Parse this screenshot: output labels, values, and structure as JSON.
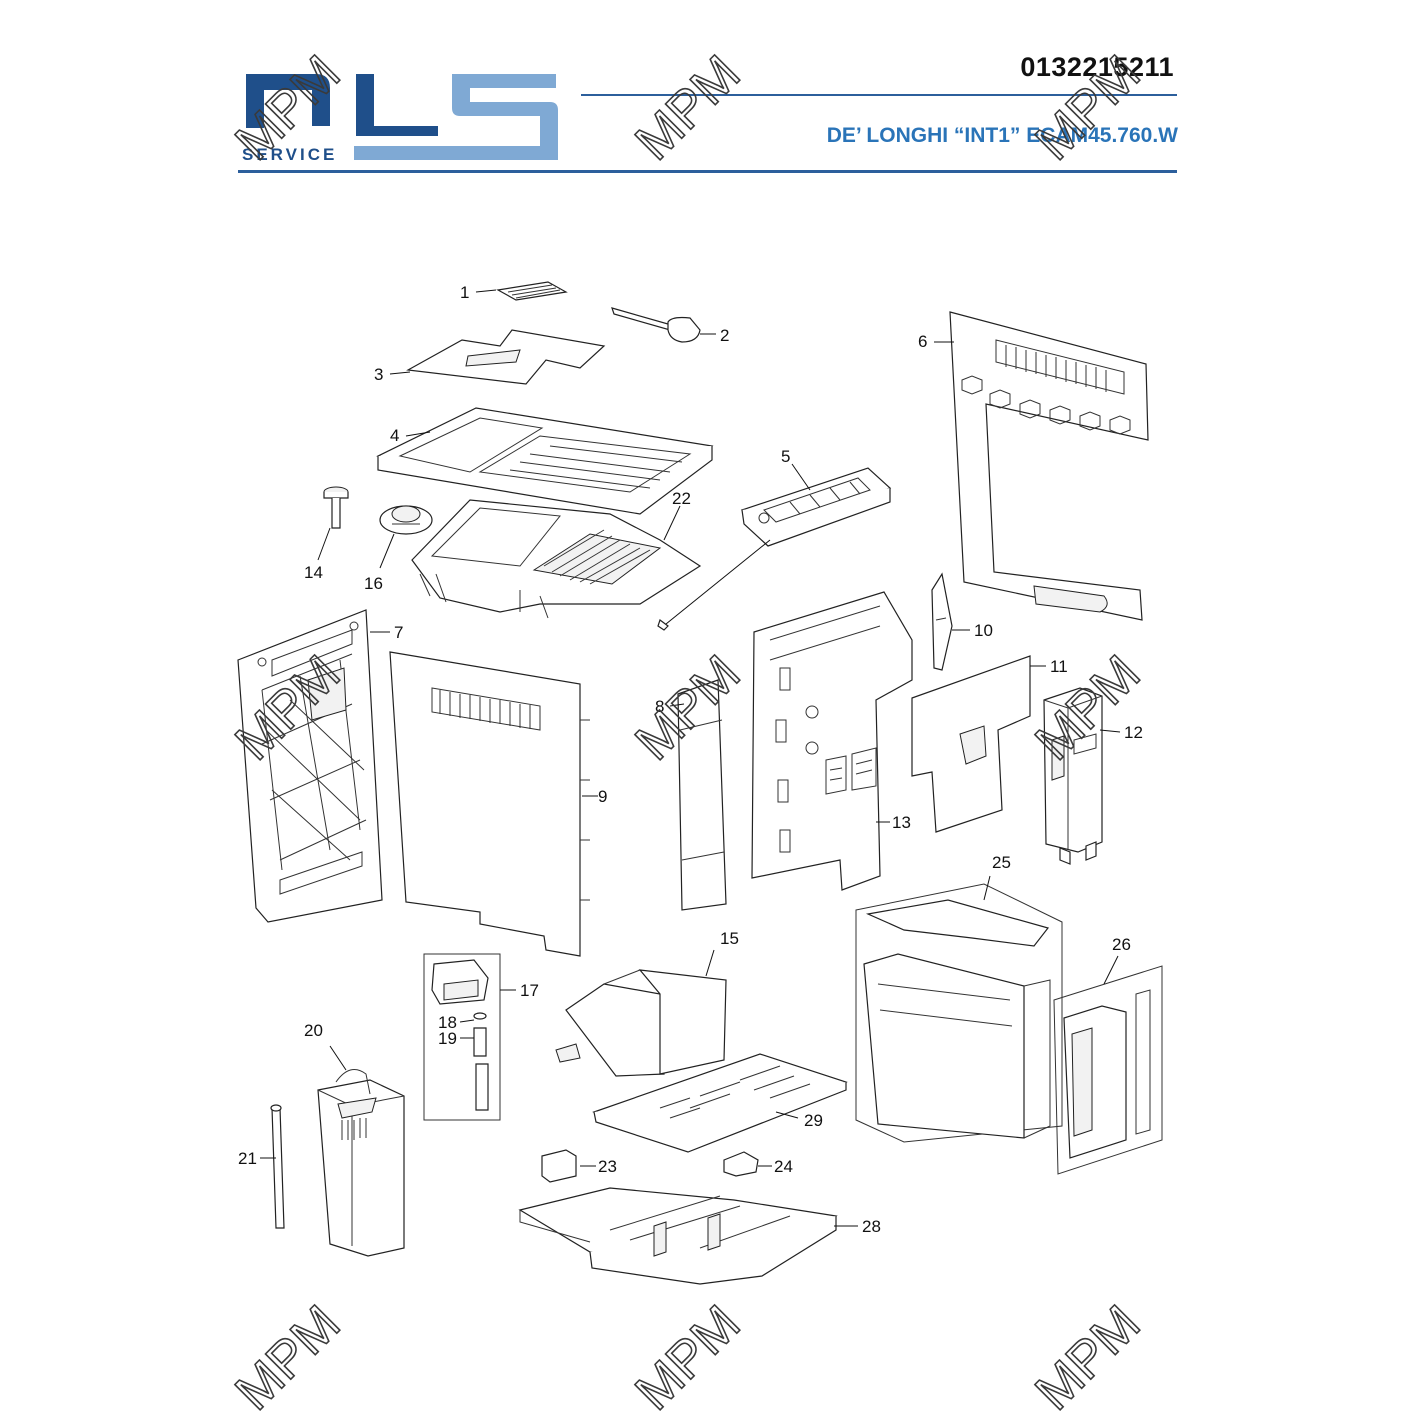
{
  "header": {
    "logo_text": "SERVICE",
    "document_number": "0132215211",
    "subtitle": "DE’ LONGHI “INT1” ECAM45.760.W"
  },
  "watermark": {
    "text": "MPM"
  },
  "colors": {
    "brand_dark": "#1f4f8a",
    "brand_light": "#7fa9d4",
    "rule": "#2c5f9c",
    "subtitle": "#2a74b8"
  },
  "part_labels": [
    "1",
    "2",
    "3",
    "4",
    "5",
    "6",
    "7",
    "8",
    "9",
    "10",
    "11",
    "12",
    "13",
    "14",
    "15",
    "16",
    "17",
    "18",
    "19",
    "20",
    "21",
    "22",
    "23",
    "24",
    "25",
    "26",
    "28",
    "29"
  ]
}
